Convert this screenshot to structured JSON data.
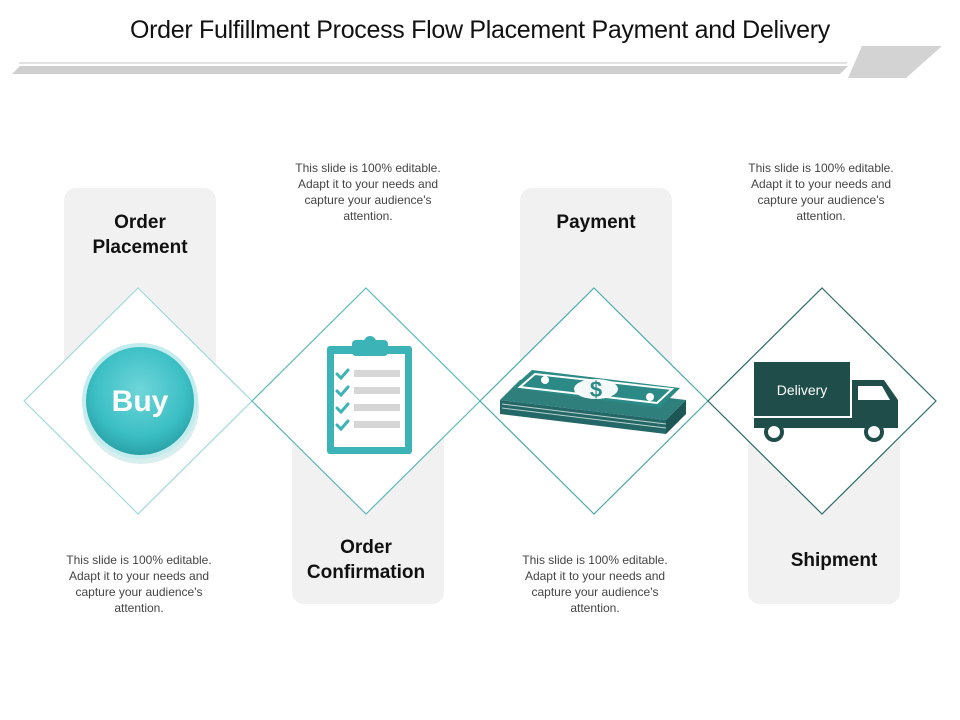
{
  "title": "Order Fulfillment Process Flow Placement Payment and Delivery",
  "steps": [
    {
      "title_line1": "Order",
      "title_line2": "Placement",
      "text": "This slide is 100% editable. Adapt it to your needs and capture your audience's attention.",
      "icon": "buy-button-icon"
    },
    {
      "title_line1": "Order",
      "title_line2": "Confirmation",
      "text": "This slide is 100% editable. Adapt it to your needs and capture your audience's attention.",
      "icon": "clipboard-checklist-icon"
    },
    {
      "title_line1": "Payment",
      "title_line2": "",
      "text": "This slide is 100% editable. Adapt it to your needs and capture your audience's attention.",
      "icon": "money-stack-icon"
    },
    {
      "title_line1": "Shipment",
      "title_line2": "",
      "text": "This slide is 100% editable. Adapt it to your needs and capture your audience's attention.",
      "icon": "delivery-truck-icon"
    }
  ],
  "buy_label": "Buy",
  "delivery_label": "Delivery",
  "colors": {
    "teal": "#3bbfc4",
    "dark_teal": "#2b7a78",
    "truck": "#1f4d4a",
    "panel": "#f1f1f1"
  }
}
